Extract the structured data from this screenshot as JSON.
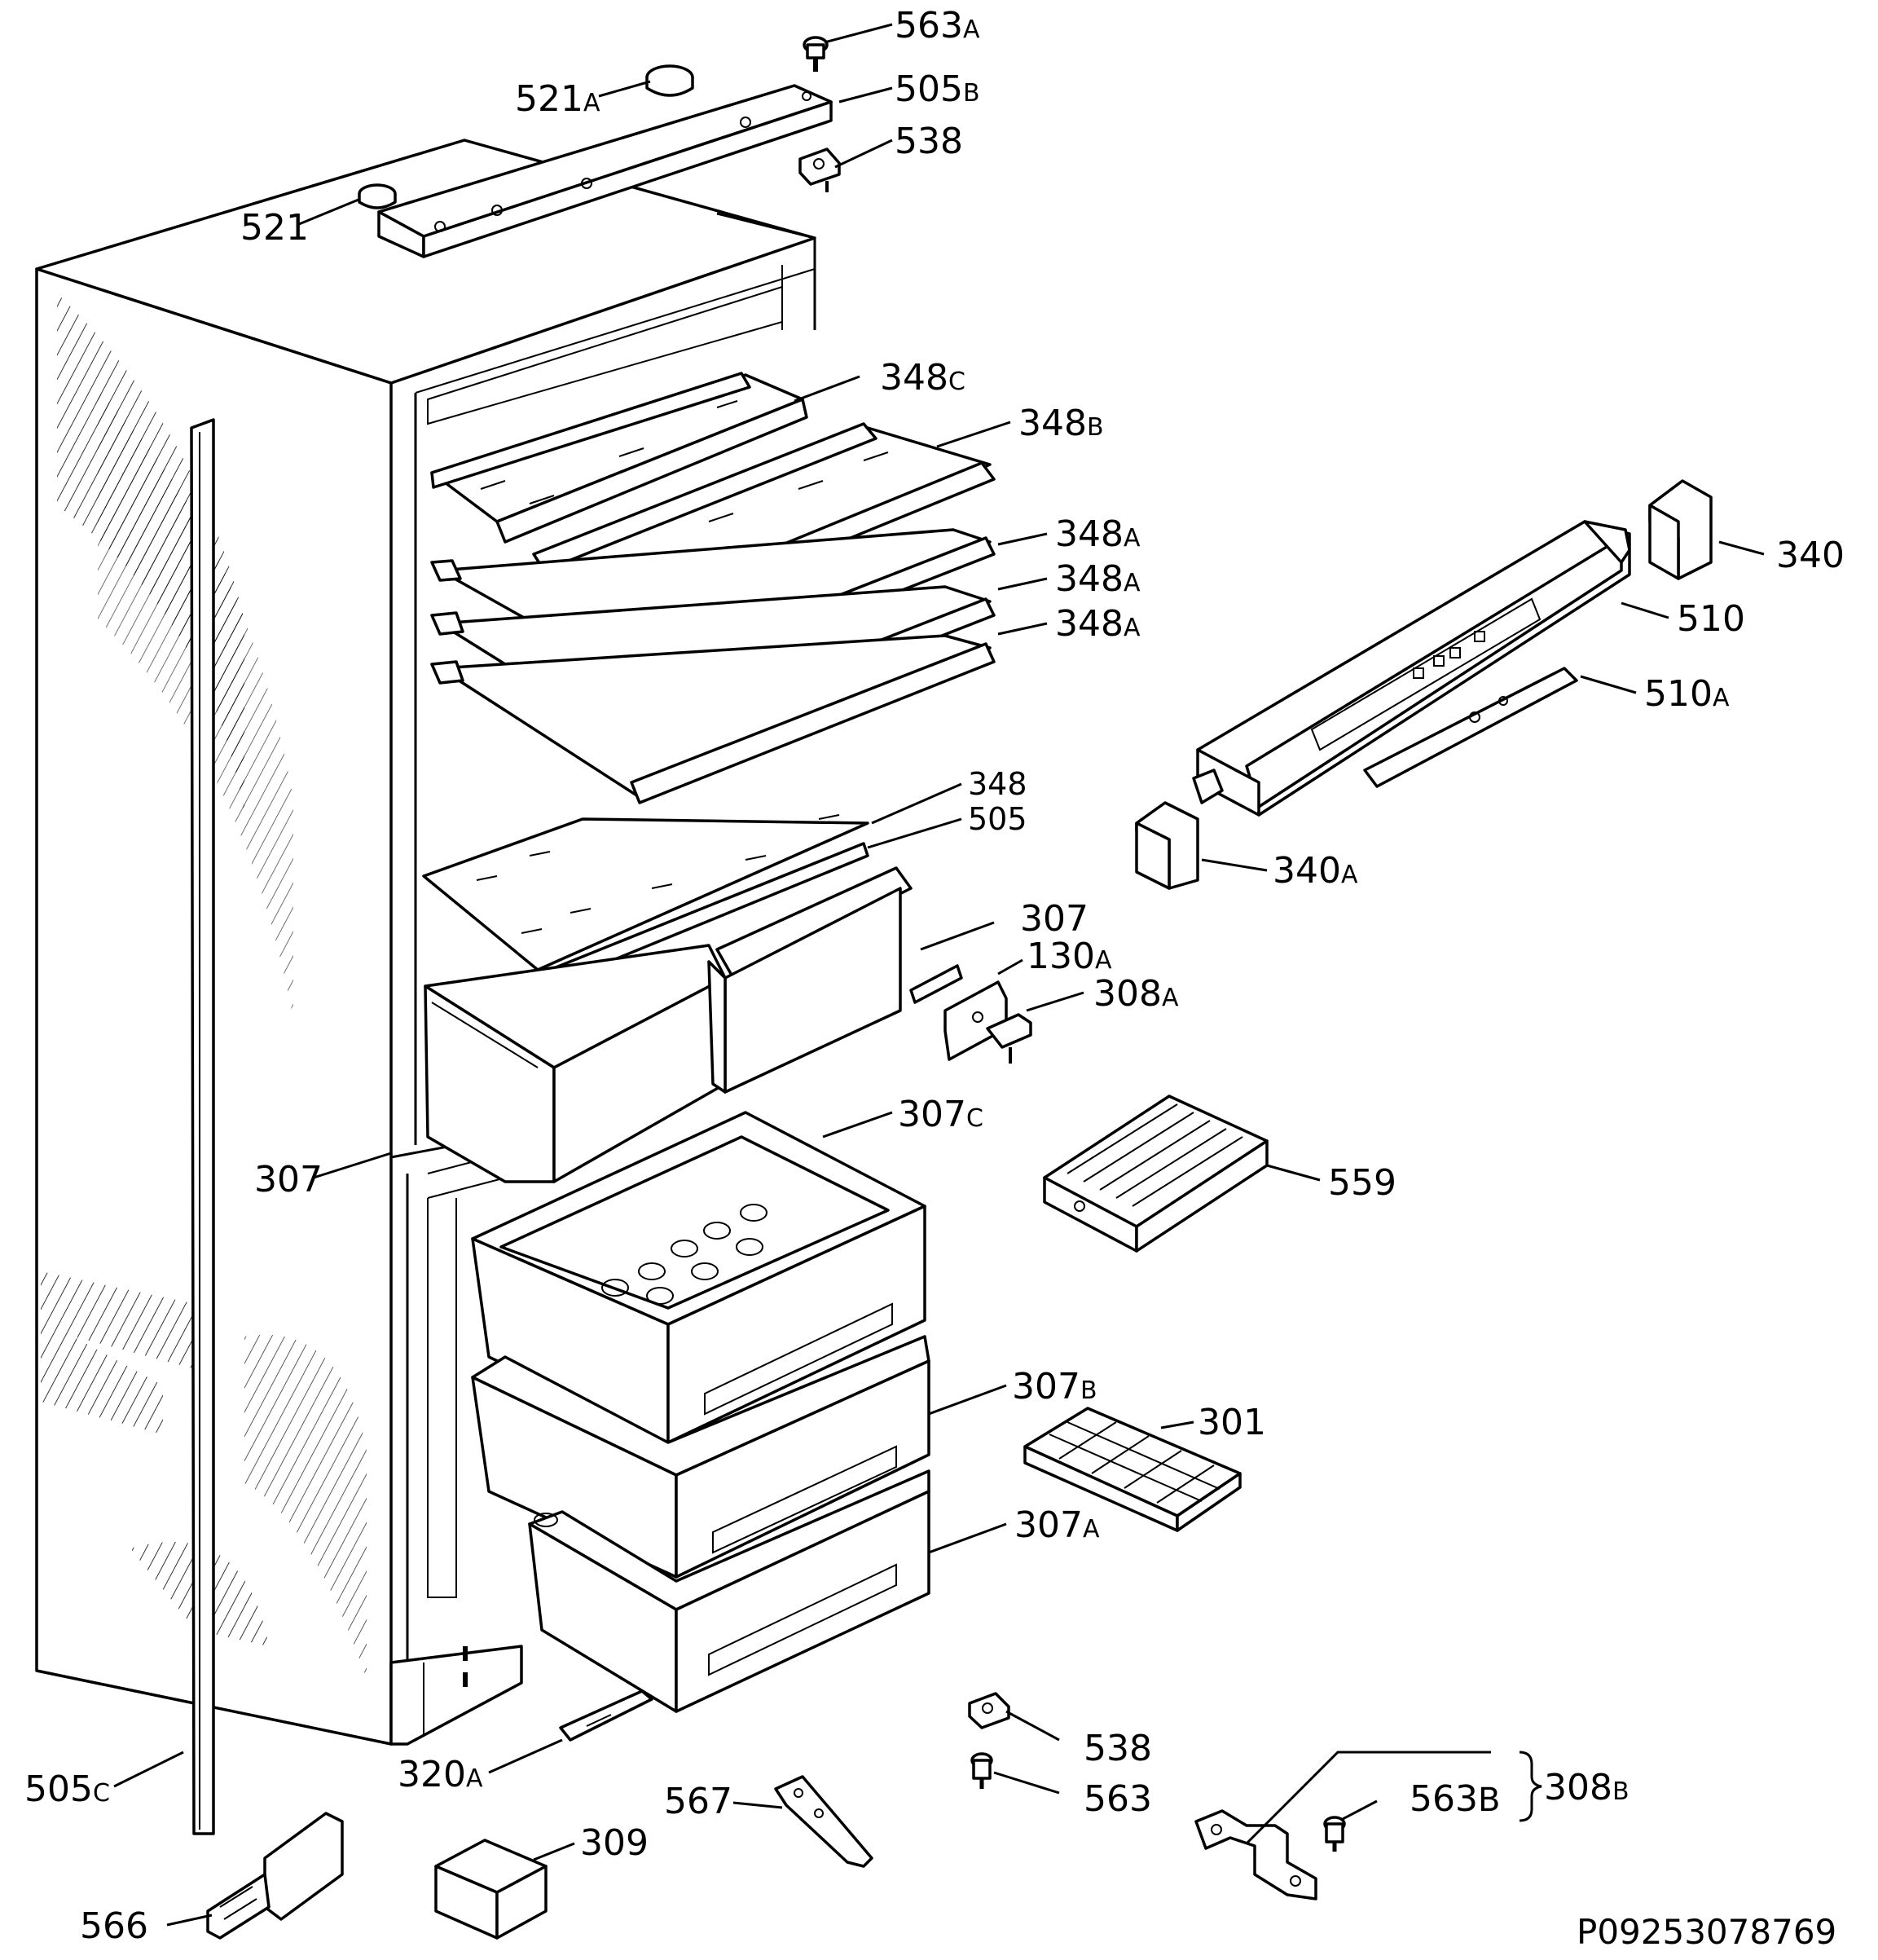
{
  "drawing_code": "P09253078769",
  "labels": {
    "l563a": {
      "num": "563",
      "suf": "A"
    },
    "l521a": {
      "num": "521",
      "suf": "A"
    },
    "l505b": {
      "num": "505",
      "suf": "B"
    },
    "l538_top": {
      "num": "538",
      "suf": ""
    },
    "l521": {
      "num": "521",
      "suf": ""
    },
    "l348c": {
      "num": "348",
      "suf": "C"
    },
    "l348b": {
      "num": "348",
      "suf": "B"
    },
    "l348a_1": {
      "num": "348",
      "suf": "A"
    },
    "l348a_2": {
      "num": "348",
      "suf": "A"
    },
    "l348a_3": {
      "num": "348",
      "suf": "A"
    },
    "l340": {
      "num": "340",
      "suf": ""
    },
    "l510": {
      "num": "510",
      "suf": ""
    },
    "l510a": {
      "num": "510",
      "suf": "A"
    },
    "l348": {
      "num": "348",
      "suf": ""
    },
    "l505": {
      "num": "505",
      "suf": ""
    },
    "l340a": {
      "num": "340",
      "suf": "A"
    },
    "l307_top": {
      "num": "307",
      "suf": ""
    },
    "l130a": {
      "num": "130",
      "suf": "A"
    },
    "l308a": {
      "num": "308",
      "suf": "A"
    },
    "l307c": {
      "num": "307",
      "suf": "C"
    },
    "l307_left": {
      "num": "307",
      "suf": ""
    },
    "l559": {
      "num": "559",
      "suf": ""
    },
    "l307b": {
      "num": "307",
      "suf": "B"
    },
    "l301": {
      "num": "301",
      "suf": ""
    },
    "l307a": {
      "num": "307",
      "suf": "A"
    },
    "l538_bottom": {
      "num": "538",
      "suf": ""
    },
    "l320a": {
      "num": "320",
      "suf": "A"
    },
    "l505c": {
      "num": "505",
      "suf": "C"
    },
    "l563": {
      "num": "563",
      "suf": ""
    },
    "l563b": {
      "num": "563",
      "suf": "B"
    },
    "l308b": {
      "num": "308",
      "suf": "B"
    },
    "l567": {
      "num": "567",
      "suf": ""
    },
    "l309": {
      "num": "309",
      "suf": ""
    },
    "l566": {
      "num": "566",
      "suf": ""
    }
  }
}
